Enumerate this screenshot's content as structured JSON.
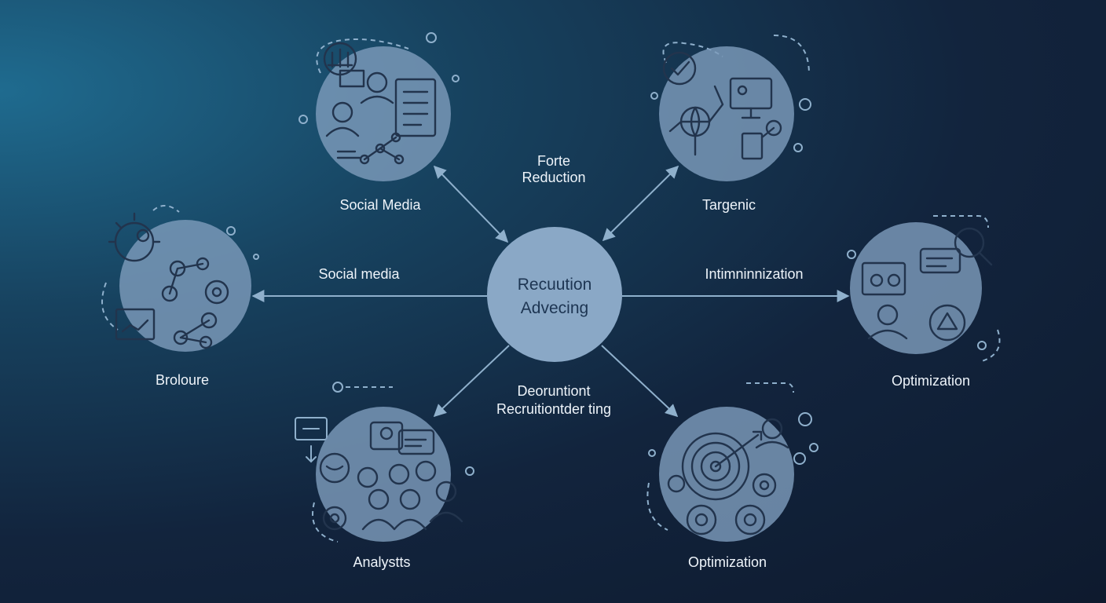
{
  "hub": {
    "line1": "Recuution",
    "line2": "Advecing"
  },
  "nodes": [
    {
      "id": "social-media-top",
      "label": "Social Media",
      "icon": "people-document-network-icon"
    },
    {
      "id": "targenic",
      "label": "Targenic",
      "icon": "globe-shield-screen-icon"
    },
    {
      "id": "optimization-right",
      "label": "Optimization",
      "icon": "chat-gear-magnifier-icon"
    },
    {
      "id": "optimization-bottom",
      "label": "Optimization",
      "icon": "target-gears-icon"
    },
    {
      "id": "analystts",
      "label": "Analystts",
      "icon": "team-chat-icon"
    },
    {
      "id": "broloure",
      "label": "Broloure",
      "icon": "lightbulb-network-icon"
    }
  ],
  "connectors": {
    "top": {
      "line1": "Forte",
      "line2": "Reduction"
    },
    "left": "Social media",
    "right": "Intimninnization",
    "bottom": {
      "line1": "Deoruntiont",
      "line2": "Recruitiontder ting"
    }
  },
  "colors": {
    "background": "#12243d",
    "node": "#7d9bbb",
    "line": "#8fb0cc",
    "text": "#eef4fa"
  }
}
